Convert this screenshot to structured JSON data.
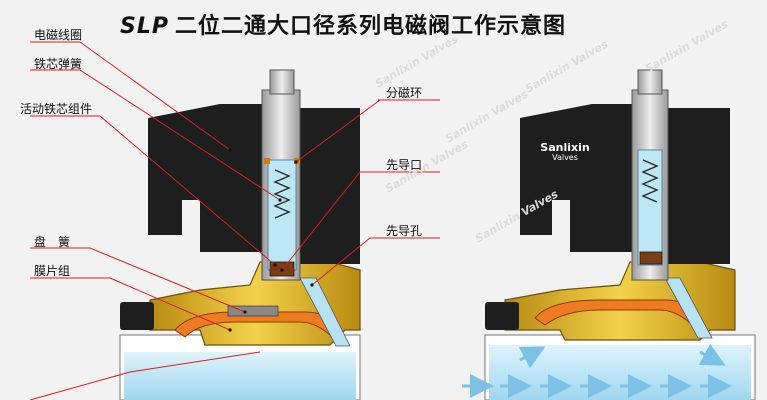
{
  "header": {
    "prefix": "SLP",
    "title": "二位二通大口径系列电磁阀工作示意图"
  },
  "labels_left": {
    "coil": "电磁线圈",
    "core_spring": "铁芯弹簧",
    "core_assembly": "活动铁芯组件",
    "disc_spring": "盘　簧",
    "diaphragm": "膜片组"
  },
  "labels_right": {
    "shading_ring": "分磁环",
    "pilot_port": "先导口",
    "pilot_hole": "先导孔"
  },
  "logo": {
    "name": "Sanlixin",
    "sub": "Valves"
  },
  "watermark": "Sanlixin Valves",
  "colors": {
    "coil_body": "#1e1e1e",
    "valve_body": "#e8c11c",
    "stem": "#c8c8c8",
    "fluid": "#b7e2f3",
    "diaphragm": "#f07a20",
    "leader_line": "#d42020"
  }
}
